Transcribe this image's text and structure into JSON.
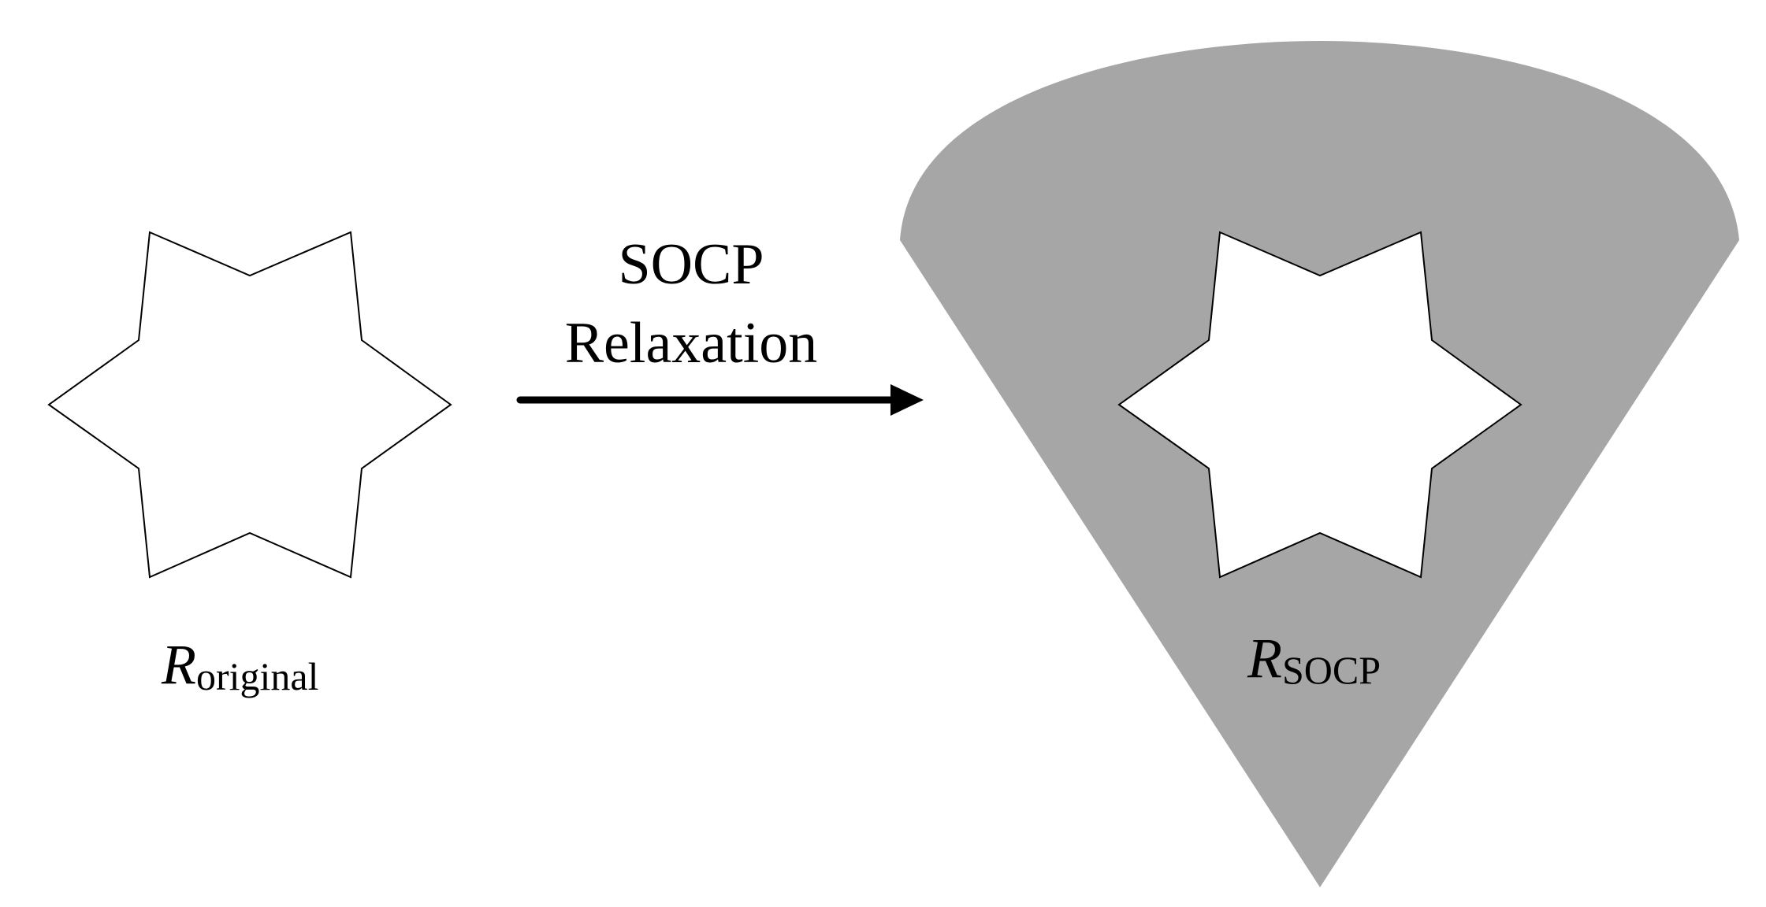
{
  "diagram": {
    "arrow": {
      "line1": "SOCP",
      "line2": "Relaxation"
    },
    "left_region": {
      "symbol": "R",
      "subscript": "original"
    },
    "right_region": {
      "symbol": "R",
      "subscript": "SOCP"
    },
    "colors": {
      "cone_fill": "#a6a6a6",
      "star_fill": "#ffffff",
      "outline": "#000000"
    }
  }
}
